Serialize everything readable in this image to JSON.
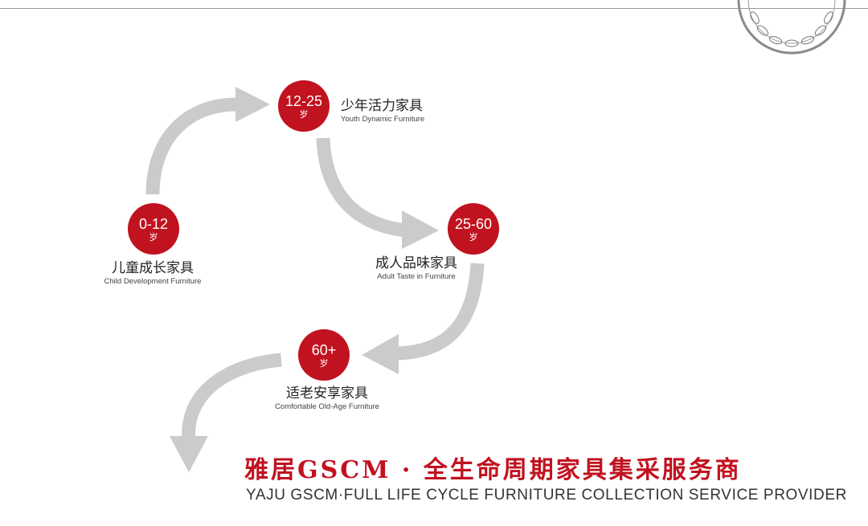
{
  "stages": [
    {
      "age": "0-12",
      "unit": "岁",
      "cn": "儿童成长家具",
      "en": "Child Development Furniture"
    },
    {
      "age": "12-25",
      "unit": "岁",
      "cn": "少年活力家具",
      "en": "Youth Dynamic Furniture"
    },
    {
      "age": "25-60",
      "unit": "岁",
      "cn": "成人品味家具",
      "en": "Adult Taste in Furniture"
    },
    {
      "age": "60+",
      "unit": "岁",
      "cn": "适老安享家具",
      "en": "Comfortable Old-Age Furniture"
    }
  ],
  "slogan": {
    "cn": "雅居GSCM · 全生命周期家具集采服务商",
    "en": "YAJU GSCM·FULL LIFE CYCLE FURNITURE COLLECTION SERVICE PROVIDER"
  },
  "colors": {
    "accent": "#c1121f",
    "arrow": "#c9cbcd",
    "text": "#222222"
  }
}
